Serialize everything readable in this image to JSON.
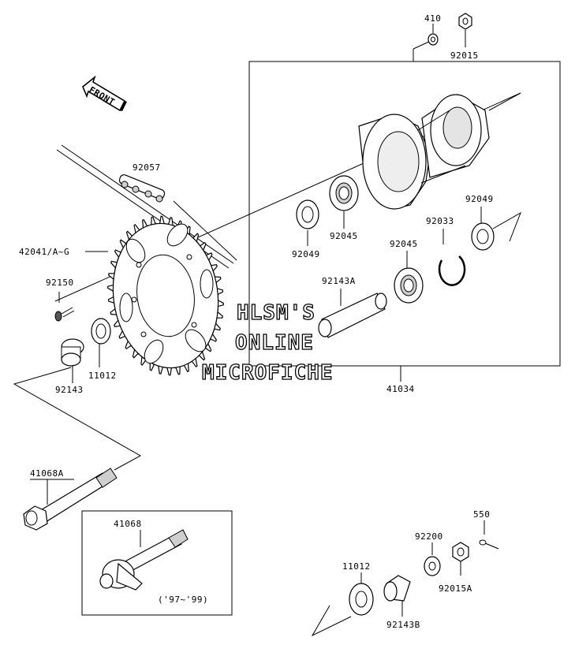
{
  "labels": {
    "p410": "410",
    "p92015": "92015",
    "p92057": "92057",
    "p42041": "42041/A~G",
    "p92150": "92150",
    "p11012_left": "11012",
    "p92143": "92143",
    "p92049_left": "92049",
    "p92045_top": "92045",
    "p92033": "92033",
    "p92049_right": "92049",
    "p92045_mid": "92045",
    "p92143A": "92143A",
    "p41034": "41034",
    "p41068A": "41068A",
    "p41068": "41068",
    "years": "('97~'99)",
    "p550": "550",
    "p92200": "92200",
    "p11012_bottom": "11012",
    "p92015A": "92015A",
    "p92143B": "92143B"
  },
  "front_arrow": "FRONT",
  "watermark": {
    "line1": "HLSM'S",
    "line2": "ONLINE",
    "line3": "MICROFICHE"
  }
}
